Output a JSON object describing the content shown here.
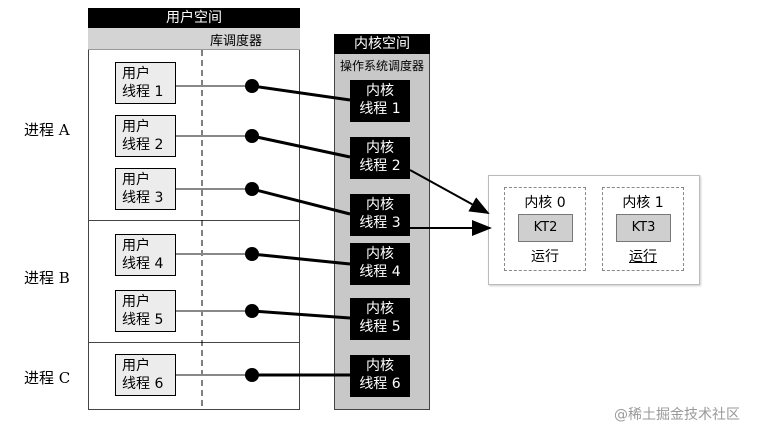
{
  "user_space": {
    "header": "用户空间",
    "library_scheduler": "库调度器",
    "threads": [
      {
        "line1": "用户",
        "line2": "线程 1"
      },
      {
        "line1": "用户",
        "line2": "线程 2"
      },
      {
        "line1": "用户",
        "line2": "线程 3"
      },
      {
        "line1": "用户",
        "line2": "线程 4"
      },
      {
        "line1": "用户",
        "line2": "线程 5"
      },
      {
        "line1": "用户",
        "line2": "线程 6"
      }
    ]
  },
  "processes": [
    "进程 A",
    "进程 B",
    "进程 C"
  ],
  "kernel_space": {
    "header": "内核空间",
    "os_scheduler": "操作系统调度器",
    "threads": [
      {
        "line1": "内核",
        "line2": "线程 1"
      },
      {
        "line1": "内核",
        "line2": "线程 2"
      },
      {
        "line1": "内核",
        "line2": "线程 3"
      },
      {
        "line1": "内核",
        "line2": "线程 4"
      },
      {
        "line1": "内核",
        "line2": "线程 5"
      },
      {
        "line1": "内核",
        "line2": "线程 6"
      }
    ]
  },
  "cores": [
    {
      "title": "内核 0",
      "task": "KT2",
      "status": "运行"
    },
    {
      "title": "内核 1",
      "task": "KT3",
      "status": "运行"
    }
  ],
  "watermark": "@稀土掘金技术社区"
}
